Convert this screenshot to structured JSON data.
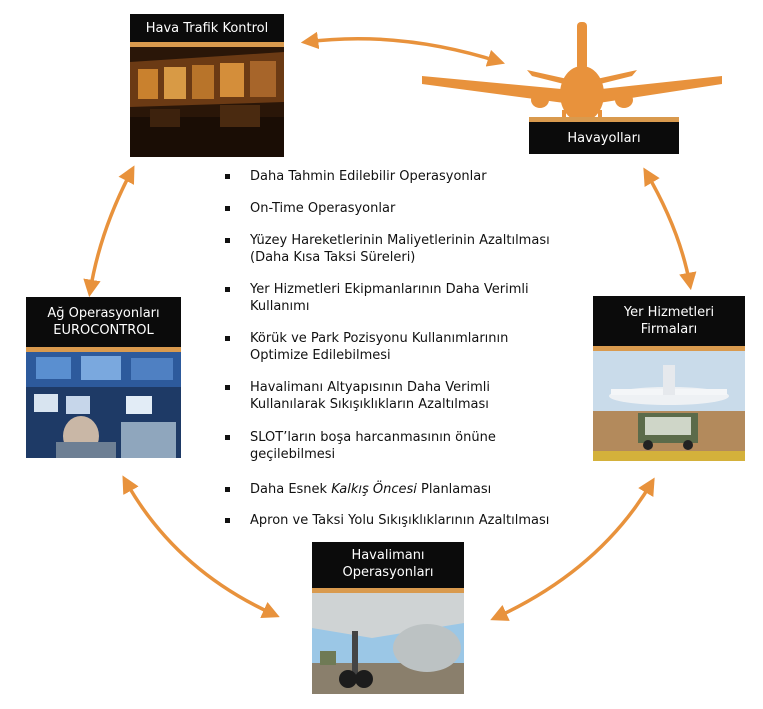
{
  "nodes": {
    "atc": {
      "label": "Hava Trafik Kontrol"
    },
    "airlines": {
      "label": "Havayolları"
    },
    "network": {
      "label": "Ağ Operasyonları\nEUROCONTROL"
    },
    "ground": {
      "label": "Yer Hizmetleri\nFirmaları"
    },
    "airport": {
      "label": "Havalimanı\nOperasyonları"
    }
  },
  "benefits": [
    {
      "text": "Daha Tahmin Edilebilir Operasyonlar"
    },
    {
      "text": "On-Time Operasyonlar"
    },
    {
      "text": "Yüzey Hareketlerinin Maliyetlerinin Azaltılması\n(Daha Kısa Taksi Süreleri)"
    },
    {
      "text": "Yer Hizmetleri Ekipmanlarının Daha Verimli\nKullanımı"
    },
    {
      "text": "Körük ve Park Pozisyonu Kullanımlarının\nOptimize Edilebilmesi"
    },
    {
      "text": "Havalimanı Altyapısının Daha Verimli\nKullanılarak Sıkışıklıkların Azaltılması"
    },
    {
      "text": "SLOT’ların boşa harcanmasının önüne\ngeçilebilmesi"
    },
    {
      "before": "Daha Esnek ",
      "italic": "Kalkış Öncesi",
      "after": " Planlaması"
    },
    {
      "text": "Apron ve Taksi Yolu Sıkışıklıklarının Azaltılması"
    }
  ],
  "colors": {
    "accent": "#e8923c",
    "label_bg": "#0b0b0b",
    "label_text": "#ffffff"
  },
  "icons": {
    "airlines": "airplane-icon"
  }
}
